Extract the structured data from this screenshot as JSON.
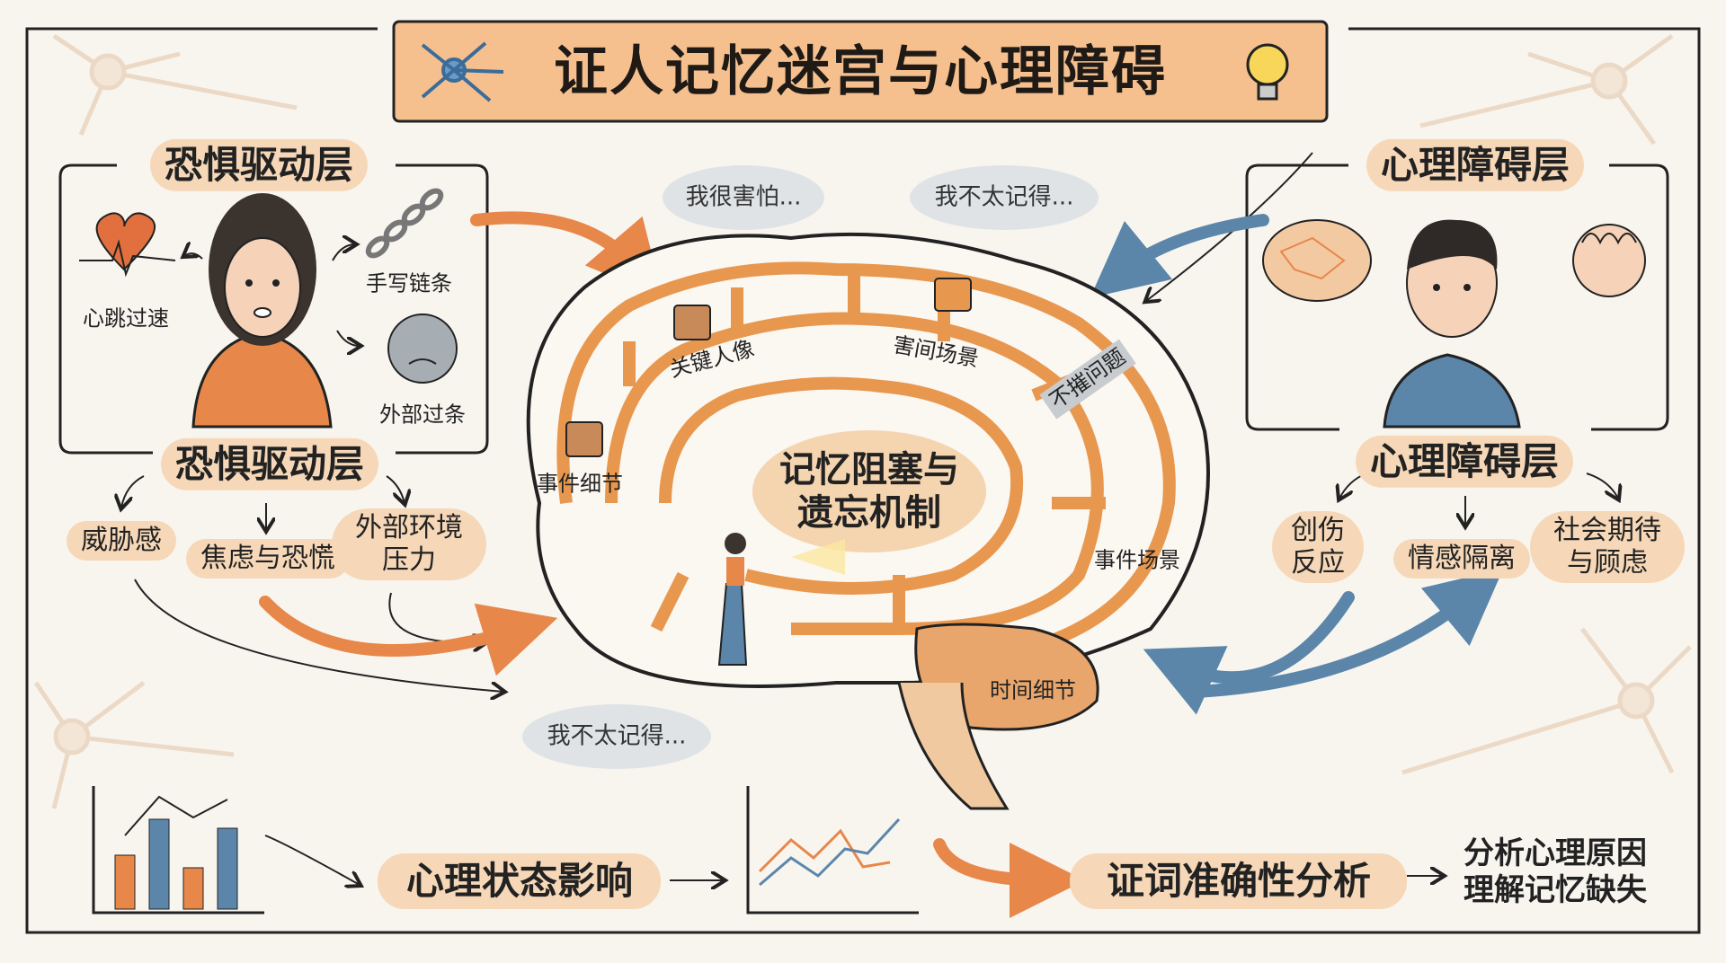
{
  "title": "证人记忆迷宫与心理障碍",
  "left_panel": {
    "heading": "恐惧驱动层",
    "symptoms": [
      "心跳过速",
      "手写链条",
      "外部过条"
    ],
    "subheading": "恐惧驱动层",
    "factors": [
      "威胁感",
      "焦虑与恐慌",
      "外部环境压力"
    ]
  },
  "right_panel": {
    "heading": "心理障碍层",
    "subheading": "心理障碍层",
    "factors": [
      "创伤反应",
      "情感隔离",
      "社会期待与顾虑"
    ]
  },
  "thoughts": [
    "我很害怕...",
    "我不太记得...",
    "我不太记得..."
  ],
  "brain": {
    "center_label": [
      "记忆阻塞与",
      "遗忘机制"
    ],
    "regions": [
      "关键人像",
      "害间场景",
      "不摧问题",
      "事件细节",
      "事件场景",
      "时间细节"
    ]
  },
  "bottom": {
    "impact": "心理状态影响",
    "analysis": "证词准确性分析",
    "outcome": [
      "分析心理原因",
      "理解记忆缺失"
    ]
  },
  "colors": {
    "orange": "#e8874a",
    "blue": "#5b86aa",
    "pill": "#f6d8b8",
    "background": "#f8f5ef"
  }
}
